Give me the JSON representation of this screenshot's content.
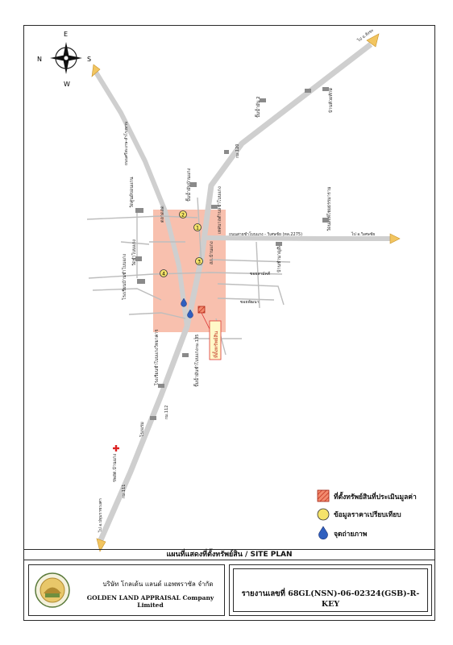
{
  "compass": {
    "n": "N",
    "e": "E",
    "s": "S",
    "w": "W"
  },
  "roads": {
    "to_top_right": "ไป อ.สังขะ",
    "to_right": "ไป อ.วิเศษชัย",
    "to_bottom_left": "ไป อ.ปทุมราชวงศา",
    "diagonal_upper": "ถนนศรีสะเกษ-สำโรงทาบ",
    "route_right": "ถนนสายชำโบบแกง - วิเศษชัย (ทล.2275)",
    "km_120": "กม.120",
    "km_111": "กม.111",
    "km_112": "กม.112",
    "km_135": "กม.135"
  },
  "places": {
    "wat_upper_left": "วัดศูนย์ขอนแกน",
    "school_left": "โรงเรียนบ้านชำโบบแกง",
    "wat_left": "วัดชำโบบแกง",
    "wat_right": "วัดนสิงห์ไชยธรรมาราม",
    "village_right": "บ้านชำนาญสิงห์",
    "village_top": "บ้านห้วยทักษ์",
    "pump_top": "ปั๊มน้ำมัน 2",
    "pump_mid": "ปั๊มน้ำมันบ้านแกง",
    "hospital": "รพสต.บ้านแกง",
    "school_lower": "โรงเรียนชำโบบแกงวิทยาคาร",
    "market": "ตลาดสด",
    "police": "สภ.บ้านแกง",
    "gas_lower": "ปั๊มน้ำมันชำโบบแกง",
    "town_center": "เทศบาลตำบลชำโบบแกง",
    "shop_lower": "โรงแรม",
    "lane1": "ซอยสามัคคี",
    "lane2": "ซอยพัฒนา",
    "property_label": "ที่ตั้งทรัพย์สิน"
  },
  "comparables": [
    "1",
    "2",
    "3",
    "4"
  ],
  "legend": {
    "subject": "ที่ตั้งทรัพย์สินที่ประเมินมูลค่า",
    "comparable": "ข้อมูลราคาเปรียบเทียบ",
    "photo": "จุดถ่ายภาพ"
  },
  "caption": "แผนที่แสดงที่ตั้งทรัพย์สิน / SITE PLAN",
  "company": {
    "name_th": "บริษัท โกลเด้น แลนด์ แอพพราซัล จำกัด",
    "name_en": "GOLDEN LAND APPRAISAL Company Limited"
  },
  "report": {
    "number": "รายงานเลขที่ 68GL(NSN)-06-02324(GSB)-R-KEY"
  },
  "colors": {
    "highlight": "#f7b9a5",
    "road": "#c9c9c9",
    "comparable": "#f5e36a",
    "photo": "#2f5fbf",
    "subject": "#e03a2a",
    "arrow": "#f2c560"
  }
}
